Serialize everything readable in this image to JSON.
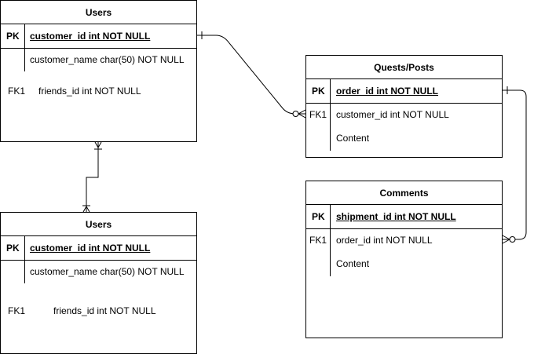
{
  "entities": {
    "users_top": {
      "title": "Users",
      "pk_label": "PK",
      "pk_field": "customer_id int NOT NULL",
      "field1": "customer_name char(50) NOT NULL",
      "fk_label": "FK1",
      "fk_field": "friends_id int NOT NULL"
    },
    "users_bottom": {
      "title": "Users",
      "pk_label": "PK",
      "pk_field": "customer_id int NOT NULL",
      "field1": "customer_name char(50) NOT NULL",
      "fk_label": "FK1",
      "fk_field": "friends_id int NOT NULL"
    },
    "quests": {
      "title": "Quests/Posts",
      "pk_label": "PK",
      "pk_field": "order_id int NOT NULL",
      "fk_label": "FK1",
      "fk_field": "customer_id int NOT NULL",
      "field2": "Content"
    },
    "comments": {
      "title": "Comments",
      "pk_label": "PK",
      "pk_field": "shipment_id int NOT NULL",
      "fk_label": "FK1",
      "fk_field": "order_id int NOT NULL",
      "field2": "Content"
    }
  },
  "relationships": [
    {
      "from": "Users",
      "to": "Quests/Posts",
      "from_end": "one",
      "to_end": "zero-or-many"
    },
    {
      "from": "Quests/Posts",
      "to": "Comments",
      "from_end": "one",
      "to_end": "zero-or-many"
    },
    {
      "from": "Users",
      "to": "Users",
      "from_end": "one-or-many",
      "to_end": "one-or-many"
    }
  ]
}
